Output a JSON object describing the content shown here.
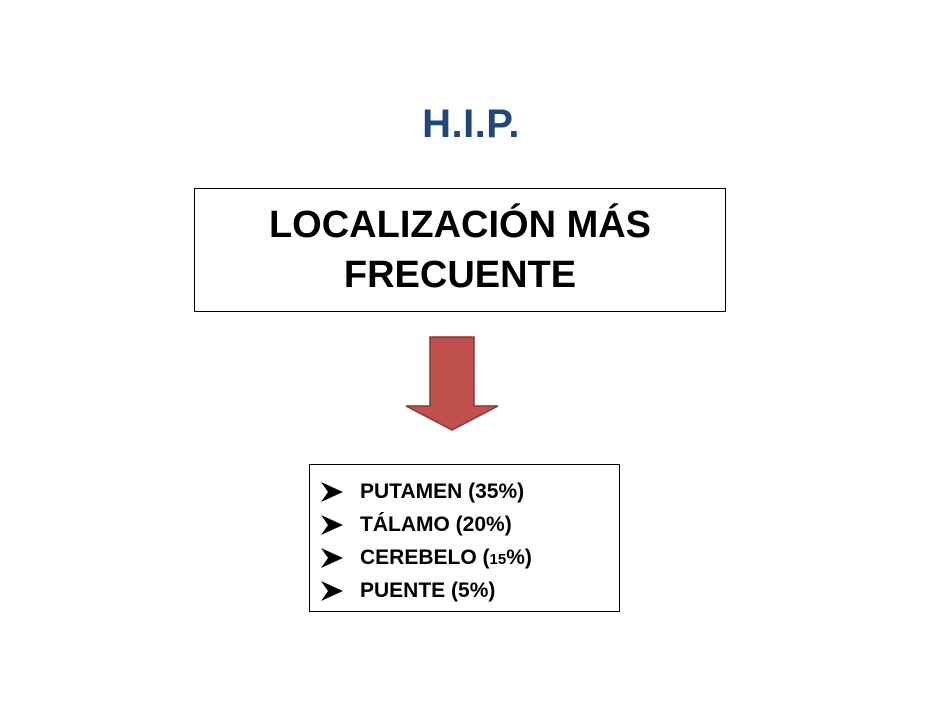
{
  "title": "H.I.P.",
  "heading": "LOCALIZACIÓN MÁS FRECUENTE",
  "arrow": {
    "icon": "down-arrow-icon",
    "fill": "#c0504d",
    "stroke": "#8c3836"
  },
  "bullet_icon": "arrow-bullet-icon",
  "items": [
    {
      "name": "PUTAMEN",
      "prefix": "PUTAMEN (",
      "percent": "35",
      "suffix": "%)"
    },
    {
      "name": "TÁLAMO",
      "prefix": "TÁLAMO (",
      "percent": "20",
      "suffix": "%)"
    },
    {
      "name": "CEREBELO",
      "prefix": "CEREBELO (",
      "percent": "15",
      "suffix": "%)"
    },
    {
      "name": "PUENTE",
      "prefix": "PUENTE (",
      "percent": "5",
      "suffix": "%)"
    }
  ],
  "colors": {
    "title": "#1f497d",
    "text": "#000000",
    "border": "#000000"
  }
}
